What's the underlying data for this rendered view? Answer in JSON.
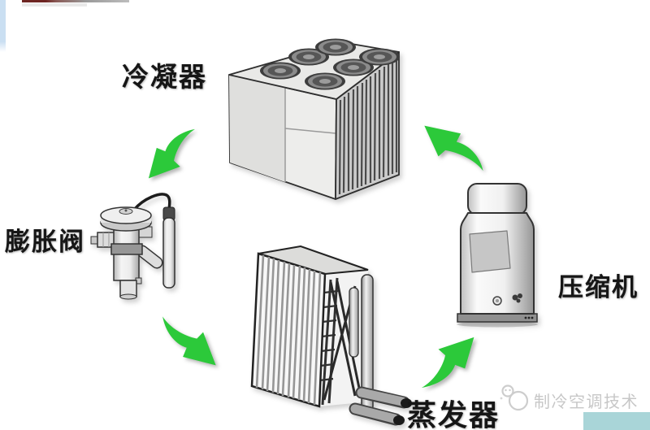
{
  "diagram": {
    "title": "refrigeration-cycle-diagram",
    "labels": {
      "condenser": "冷凝器",
      "expansion_valve": "膨胀阀",
      "evaporator": "蒸发器",
      "compressor": "压缩机"
    },
    "watermark": {
      "text": "制冷空调技术",
      "icon": "snowman-logo-icon"
    },
    "arrows": [
      {
        "name": "arrow-condenser-to-expansion-valve",
        "direction": "down-left"
      },
      {
        "name": "arrow-expansion-valve-to-evaporator",
        "direction": "down-right"
      },
      {
        "name": "arrow-evaporator-to-compressor",
        "direction": "up-right"
      },
      {
        "name": "arrow-compressor-to-condenser",
        "direction": "up-left"
      }
    ],
    "colors": {
      "arrow_green": "#2cc93a",
      "teal_bar": "#a9d5d8",
      "left_strip_blue": "#cadff2",
      "top_bar_red": "#6e2522",
      "watermark_gray": "#c7c7c7",
      "label_black": "#161616"
    }
  }
}
